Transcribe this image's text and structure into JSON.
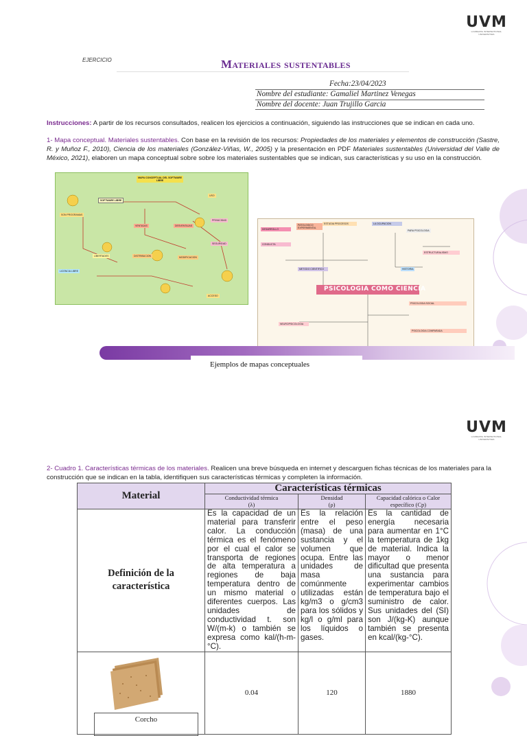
{
  "page1": {
    "logo": {
      "text": "UVM",
      "subtext": "LAUREATE INTERNATIONAL UNIVERSITIES"
    },
    "header": {
      "exercise_label": "EJERCICIO",
      "title": "Materiales sustentables",
      "date": "Fecha:23/04/2023",
      "student": "Nombre del estudiante: Gamaliel Martinez Venegas",
      "teacher": "Nombre del docente: Juan Trujillo Garcia"
    },
    "instructions": {
      "label": "Instrucciones:",
      "text": " A partir de los recursos consultados, realicen los ejercicios a continuación, siguiendo las instrucciones que se indican en cada uno."
    },
    "section1": {
      "title": "1- Mapa conceptual. Materiales sustentables.",
      "text_a": " Con base en la revisión de los recursos: ",
      "italic_a": "Propiedades de los materiales y elementos de construcción (Sastre, R. y Muñoz F., 2010), Ciencia de los materiales (González-Viñas, W., 2005)",
      "text_b": " y la presentación en PDF ",
      "italic_b": "Materiales sustentables (Universidad del Valle de México, 2021)",
      "text_c": ", elaboren un mapa conceptual sobre sobre los materiales sustentables que se indican, sus características y su uso en la construcción."
    },
    "caption": "Ejemplos de mapas conceptuales",
    "map1": {
      "title": "MAPA CONCEPTUAL DEL SOFTWARE LIBRE",
      "nodes": [
        "SOFTWARE LIBRE",
        "SON PROGRAMAS",
        "VENTAJAS",
        "DESVENTAJAS",
        "USO",
        "LICENCIA LIBRE",
        "LIBERTADES",
        "DISTRIBUCION",
        "MODIFICACION",
        "PRIVACIDAD",
        "SEGURIDAD",
        "ACCESO"
      ]
    },
    "map2": {
      "title": "PSICOLOGIA COMO CIENCIA",
      "nodes": [
        "PATOLOGICO EXPERIMENTAL",
        "ESTUDIA PROCESOS",
        "LA OCUPACION",
        "PARA PSICOLOGIA",
        "DESARROLLO",
        "CONDUCTA",
        "HISTORIA",
        "METODO CIENTIFICO",
        "PSICOLOGIA SOCIAL",
        "PSICOLOGIA COMPARADA",
        "NEUROPSICOLOGIA",
        "ESTRUCTURALISMO"
      ]
    }
  },
  "page2": {
    "logo": {
      "text": "UVM",
      "subtext": "LAUREATE INTERNATIONAL UNIVERSITIES"
    },
    "section2": {
      "title": "2- Cuadro 1. Características térmicas de los materiales.",
      "text": " Realicen una breve búsqueda en internet y descarguen fichas técnicas de los materiales para la construcción que se indican en la tabla, identifiquen sus características térmicas y completen la información."
    },
    "table": {
      "header_material": "Material",
      "header_group": "Características térmicas",
      "columns": [
        {
          "name": "Conductividad térmica",
          "symbol": "(λ)"
        },
        {
          "name": "Densidad",
          "symbol": "(ρ)"
        },
        {
          "name": "Capacidad calórica o Calor específico (Cp)",
          "symbol": ""
        }
      ],
      "definition_label": "Definición de la característica",
      "definitions": [
        "Es la capacidad de un material para transferir calor. La conducción térmica es el fenómeno por el cual el calor se transporta de regiones de alta temperatura a regiones de baja temperatura dentro de un mismo material o diferentes cuerpos. Las unidades de conductividad t. son W/(m-k) o también se expresa como kal/(h-m-°C).",
        "Es la relación entre el peso (masa) de una sustancia y el volumen que ocupa. Entre las unidades de masa comúnmente utilizadas están kg/m3 o g/cm3 para los sólidos y kg/l o g/ml para los líquidos o gases.",
        "Es la cantidad de energía necesaria para aumentar en 1°C la temperatura de 1kg de material. Indica la mayor o menor dificultad que presenta una sustancia para experimentar cambios de temperatura bajo el suministro de calor. Sus unidades del (SI) son J/(kg-K) aunque también se presenta en kcal/(kg-°C)."
      ],
      "rows": [
        {
          "material": "Corcho",
          "conductivity": "0.04",
          "density": "120",
          "heat_capacity": "1880"
        }
      ]
    }
  }
}
